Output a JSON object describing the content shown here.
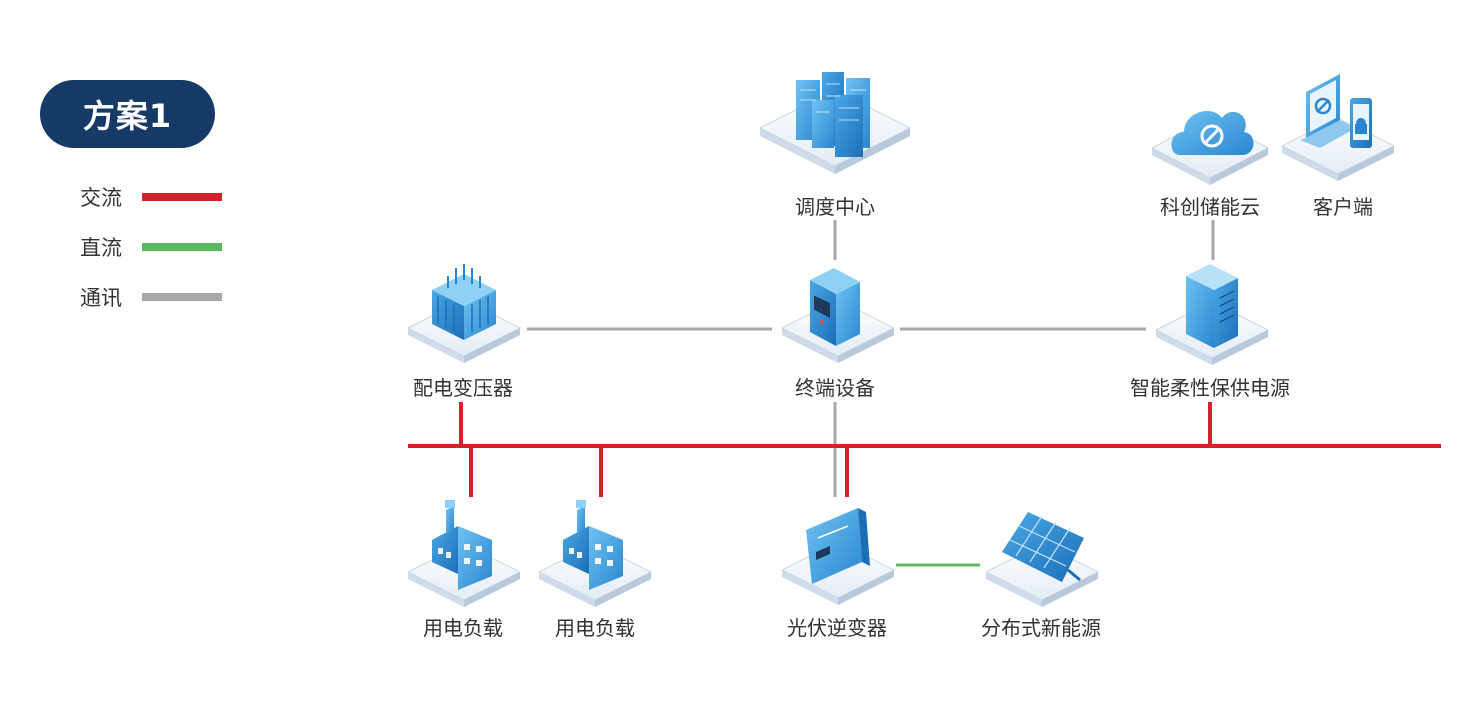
{
  "badge": {
    "label": "方案1"
  },
  "legend": [
    {
      "label": "交流",
      "color": "#d2232a"
    },
    {
      "label": "直流",
      "color": "#5cb860"
    },
    {
      "label": "通讯",
      "color": "#a8a8a8"
    }
  ],
  "nodes": {
    "dispatch_center": {
      "label": "调度中心",
      "icon": "server-cluster-icon"
    },
    "storage_cloud": {
      "label": "科创储能云",
      "icon": "cloud-icon"
    },
    "client": {
      "label": "客户端",
      "icon": "laptop-phone-icon"
    },
    "transformer": {
      "label": "配电变压器",
      "icon": "transformer-icon"
    },
    "terminal": {
      "label": "终端设备",
      "icon": "terminal-cabinet-icon"
    },
    "smart_power": {
      "label": "智能柔性保供电源",
      "icon": "power-cabinet-icon"
    },
    "load_1": {
      "label": "用电负载",
      "icon": "factory-icon"
    },
    "load_2": {
      "label": "用电负载",
      "icon": "factory-icon"
    },
    "pv_inverter": {
      "label": "光伏逆变器",
      "icon": "inverter-icon"
    },
    "distributed_energy": {
      "label": "分布式新能源",
      "icon": "solar-panel-icon"
    }
  }
}
